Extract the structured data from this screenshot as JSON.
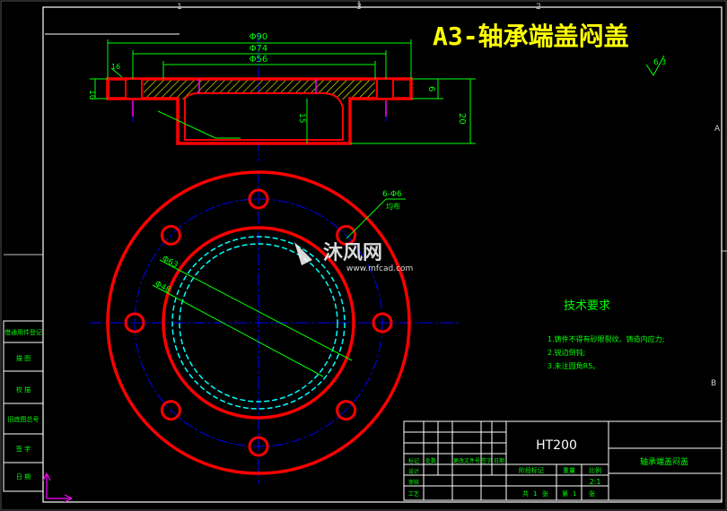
{
  "title": "A3-轴承端盖闷盖",
  "colors": {
    "background": "#000000",
    "frame": "#ffffff",
    "part": "#ff0000",
    "centerline": "#0000ff",
    "hidden": "#00ffff",
    "dimension": "#00ff00",
    "hatch": "#ffff00",
    "note": "#00ff00",
    "title": "#ffff00",
    "mark": "#ff00ff"
  },
  "grid_refs": {
    "top": [
      "1",
      "2",
      "3"
    ],
    "right": [
      "A",
      "B"
    ]
  },
  "watermark": {
    "brand": "沐风网",
    "url": "www.mfcad.com"
  },
  "section_view": {
    "dims": {
      "d_outer": "Φ90",
      "d_bolt": "Φ74",
      "d_inner": "Φ56",
      "height": "20",
      "flange_thk": "6",
      "flange_left": "10",
      "left_note": "16",
      "depth": "15"
    },
    "surface_finish": "6.3"
  },
  "plan_view": {
    "hole_label": "6-Φ6",
    "hole_note": "均布",
    "radius_1": "Φ63",
    "radius_2": "Φ48"
  },
  "tech_requirements": {
    "heading": "技术要求",
    "items": [
      "1.铸件不得有砂眼裂纹、铸造内应力;",
      "2.锐边倒钝;",
      "3.未注圆角R5。"
    ]
  },
  "side_stamp": {
    "labels": [
      "借通用件登记",
      "描  图",
      "校  描",
      "旧底图总号",
      "签  字",
      "日  期"
    ]
  },
  "title_block": {
    "material": "HT200",
    "part_name": "轴承端盖闷盖",
    "scale": "2:1",
    "headers": [
      "阶段标记",
      "重量",
      "比例"
    ],
    "row_labels": [
      "标记",
      "处数",
      "更改文件号",
      "签字",
      "日期"
    ],
    "left_labels": [
      "设计",
      "审核",
      "工艺"
    ],
    "sheet": [
      "共",
      "1",
      "张",
      "第",
      "1",
      "张"
    ]
  }
}
